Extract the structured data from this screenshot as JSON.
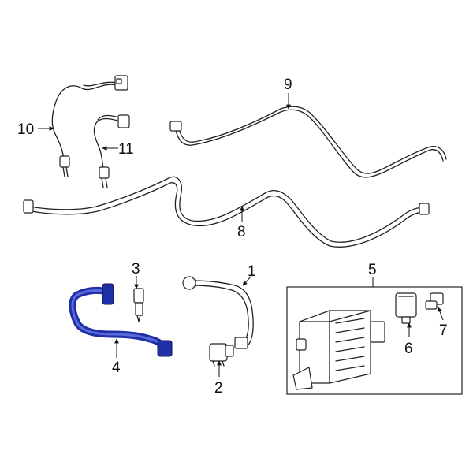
{
  "diagram": {
    "callouts": {
      "c1": "1",
      "c2": "2",
      "c3": "3",
      "c4": "4",
      "c5": "5",
      "c6": "6",
      "c7": "7",
      "c8": "8",
      "c9": "9",
      "c10": "10",
      "c11": "11"
    },
    "colors": {
      "highlight": "#1f2fa8",
      "line": "#222222",
      "background": "#ffffff"
    }
  }
}
